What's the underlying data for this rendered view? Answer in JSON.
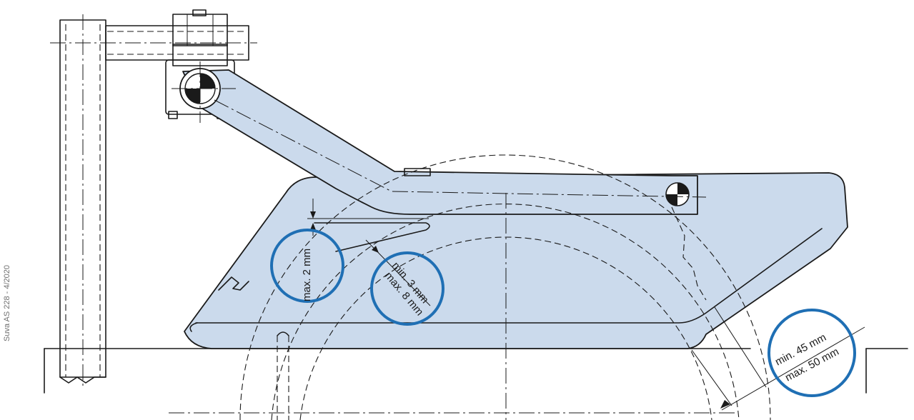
{
  "caption": "Suva AS 228 - 4/2020",
  "colors": {
    "guard_fill": "#cbdaec",
    "ring": "#1f6fb4",
    "line": "#1a1a1a"
  },
  "dimensions": {
    "gap_top": "max. 2 mm",
    "gap_side_min": "min. 3 mm",
    "gap_side_max": "max. 8 mm",
    "overhang_min": "min. 45 mm",
    "overhang_max": "max. 50 mm"
  }
}
